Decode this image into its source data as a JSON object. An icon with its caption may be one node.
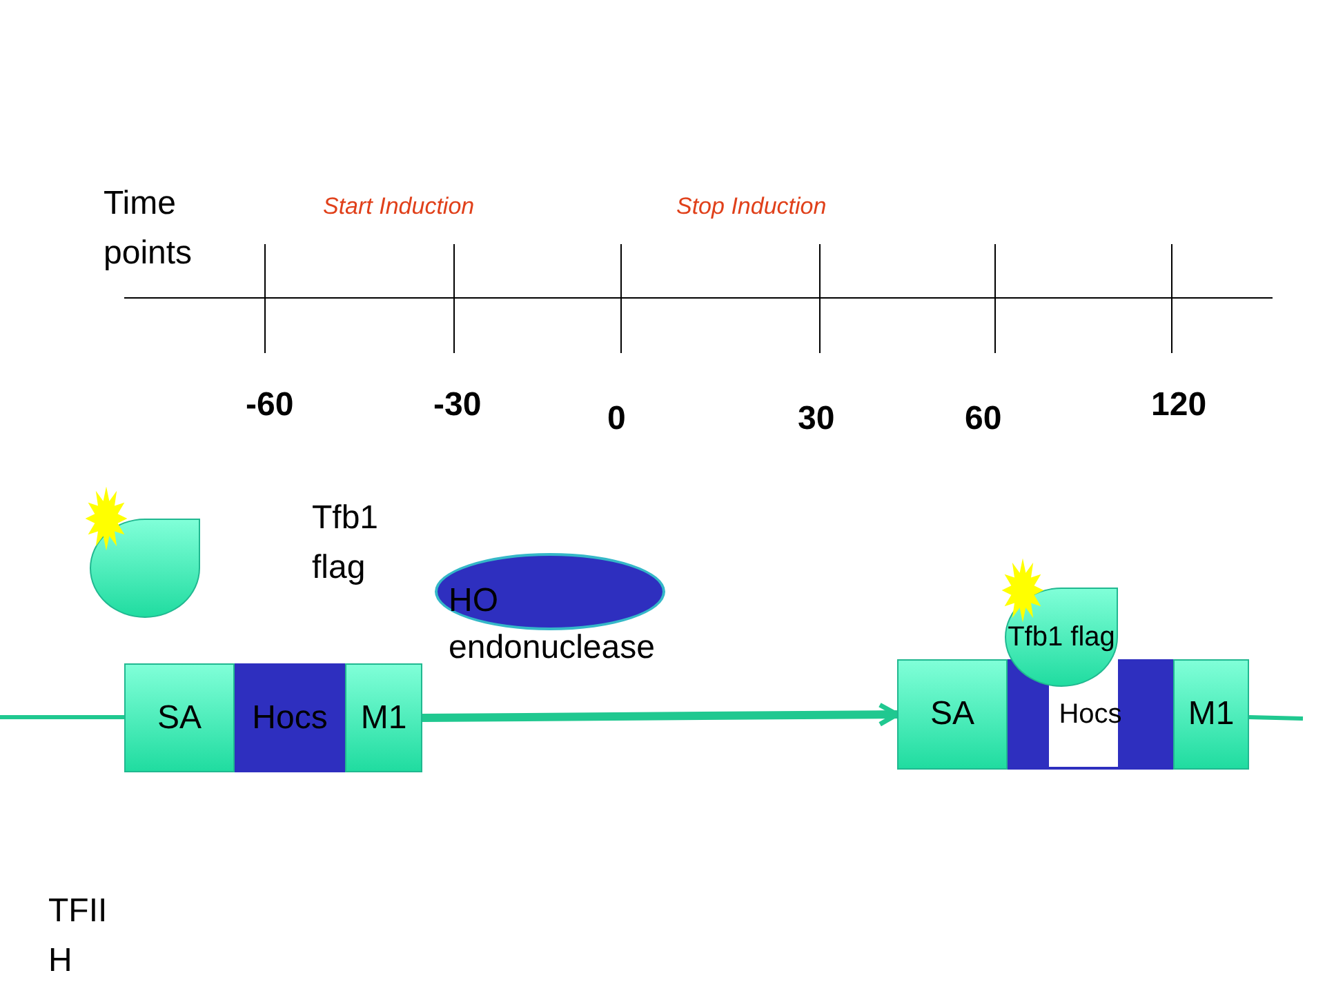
{
  "diagram": {
    "nodes": [
      {
        "text": [],
        "shape": "circle"
      },
      {
        "text": [
          "SA"
        ]
      },
      {
        "text": [
          "Hocs"
        ]
      },
      {
        "text": [
          "M1"
        ]
      },
      {
        "text": [
          "HO endonuclease"
        ]
      },
      {
        "text": [
          "SA"
        ]
      },
      {
        "text": [
          "Hocs"
        ]
      },
      {
        "text": [
          "M1"
        ]
      },
      {
        "text": [
          "Tfb1 flag"
        ]
      }
    ],
    "edges": [
      {
        "from": 3,
        "to": 5,
        "arrow": "to"
      }
    ],
    "labels": [
      "Tfb1 flag",
      "Time points",
      "Start Induction",
      "Stop Induction",
      "-60",
      "-30",
      "0",
      "30",
      "60",
      "120",
      "TFII H"
    ]
  }
}
